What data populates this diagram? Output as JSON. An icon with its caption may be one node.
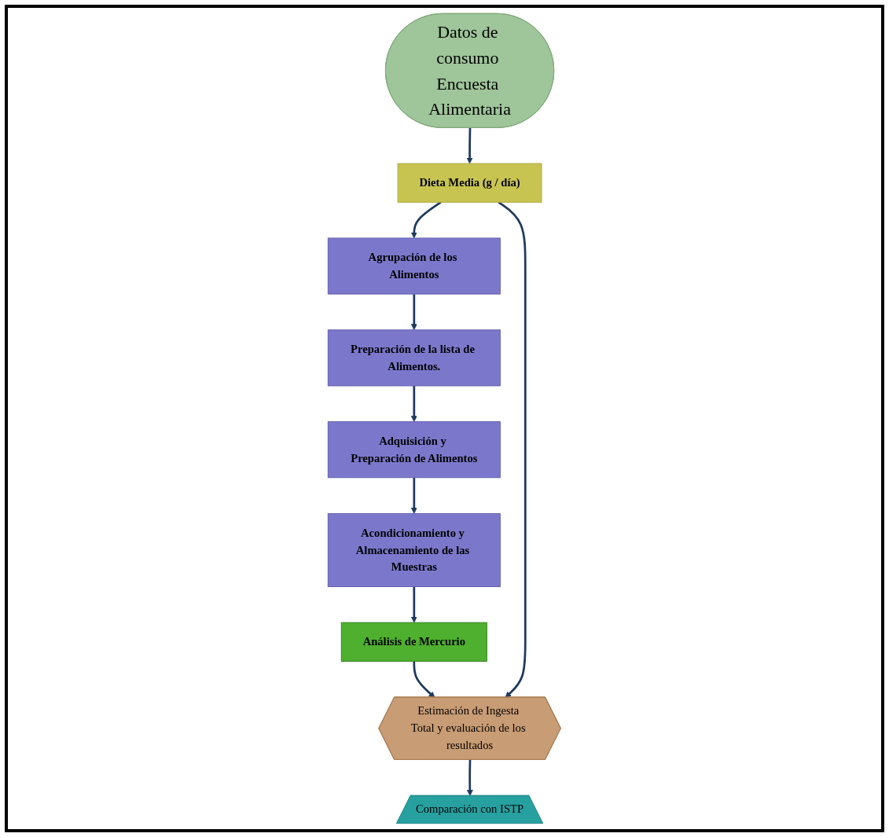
{
  "diagram": {
    "nodes": [
      {
        "text": [
          "Datos de consumo Encuesta Alimentaria"
        ]
      },
      {
        "text": [
          "Dieta Media (g / día)"
        ]
      },
      {
        "text": [
          "Agrupación de los Alimentos"
        ]
      },
      {
        "text": [
          "Preparación de la lista de Alimentos."
        ]
      },
      {
        "text": [
          "Adquisición y Preparación de Alimentos"
        ]
      },
      {
        "text": [
          "Acondicionamiento y Almacenamiento de las Muestras"
        ]
      },
      {
        "text": [
          "Análisis de Mercurio"
        ]
      },
      {
        "text": [
          "Estimación de Ingesta Total y evaluación de los resultados"
        ]
      },
      {
        "text": [
          "Comparación con ISTP"
        ]
      }
    ],
    "edges": [
      {
        "from": 0,
        "to": 1,
        "arrow": "to"
      },
      {
        "from": 1,
        "to": 2,
        "arrow": "to"
      },
      {
        "from": 2,
        "to": 3,
        "arrow": "to"
      },
      {
        "from": 3,
        "to": 4,
        "arrow": "to"
      },
      {
        "from": 4,
        "to": 5,
        "arrow": "to"
      },
      {
        "from": 5,
        "to": 6,
        "arrow": "to"
      },
      {
        "from": 6,
        "to": 7,
        "arrow": "to"
      },
      {
        "from": 1,
        "to": 7,
        "arrow": "to"
      },
      {
        "from": 7,
        "to": 8,
        "arrow": "to"
      }
    ]
  }
}
